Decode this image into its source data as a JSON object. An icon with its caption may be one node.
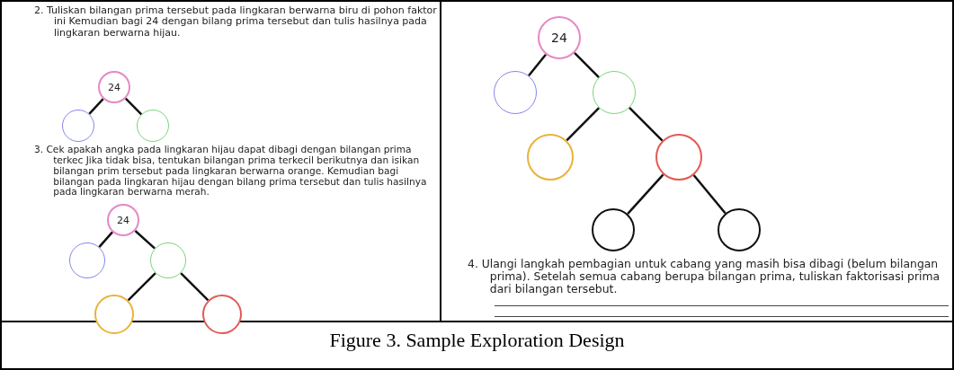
{
  "diagram": {
    "caption": "Figure 3. Sample Exploration Design",
    "nodes": [
      {
        "text": [
          "24"
        ]
      },
      {
        "text": [],
        "shape": "circle"
      },
      {
        "text": [],
        "shape": "circle"
      },
      {
        "text": [
          "24"
        ]
      },
      {
        "text": [],
        "shape": "circle"
      },
      {
        "text": [],
        "shape": "circle"
      },
      {
        "text": [],
        "shape": "circle"
      },
      {
        "text": [],
        "shape": "circle"
      },
      {
        "text": [
          "24"
        ]
      },
      {
        "text": [],
        "shape": "circle"
      },
      {
        "text": [],
        "shape": "circle"
      },
      {
        "text": [],
        "shape": "circle"
      },
      {
        "text": [],
        "shape": "circle"
      },
      {
        "text": [],
        "shape": "circle"
      },
      {
        "text": [],
        "shape": "circle"
      }
    ],
    "edges": [
      {
        "from": 0,
        "to": 1,
        "arrow": "none"
      },
      {
        "from": 0,
        "to": 2,
        "arrow": "none"
      },
      {
        "from": 3,
        "to": 4,
        "arrow": "none"
      },
      {
        "from": 3,
        "to": 5,
        "arrow": "none"
      },
      {
        "from": 5,
        "to": 6,
        "arrow": "none"
      },
      {
        "from": 5,
        "to": 7,
        "arrow": "none"
      },
      {
        "from": 8,
        "to": 9,
        "arrow": "none"
      },
      {
        "from": 8,
        "to": 10,
        "arrow": "none"
      },
      {
        "from": 10,
        "to": 11,
        "arrow": "none"
      },
      {
        "from": 10,
        "to": 12,
        "arrow": "none"
      },
      {
        "from": 12,
        "to": 13,
        "arrow": "none"
      },
      {
        "from": 12,
        "to": 14,
        "arrow": "none"
      }
    ],
    "labels": [
      "2. Tuliskan bilangan prima tersebut pada lingkaran berwarna biru di pohon faktor ini Kemudian bagi 24 dengan bilang prima tersebut dan tulis hasilnya pada lingkaran berwarna hijau.",
      "3. Cek apakah angka pada lingkaran hijau dapat dibagi dengan bilangan prima terkec Jika tidak bisa, tentukan bilangan prima terkecil berikutnya dan isikan bilangan prim tersebut pada lingkaran berwarna orange. Kemudian bagi bilangan pada lingkaran hijau dengan bilang prima tersebut dan tulis hasilnya pada lingkaran berwarna merah.",
      "4. Ulangi langkah pembagian untuk cabang yang masih bisa dibagi (belum bilangan prima). Setelah semua cabang berupa bilangan prima, tuliskan faktorisasi prima dari bilangan tersebut."
    ]
  }
}
